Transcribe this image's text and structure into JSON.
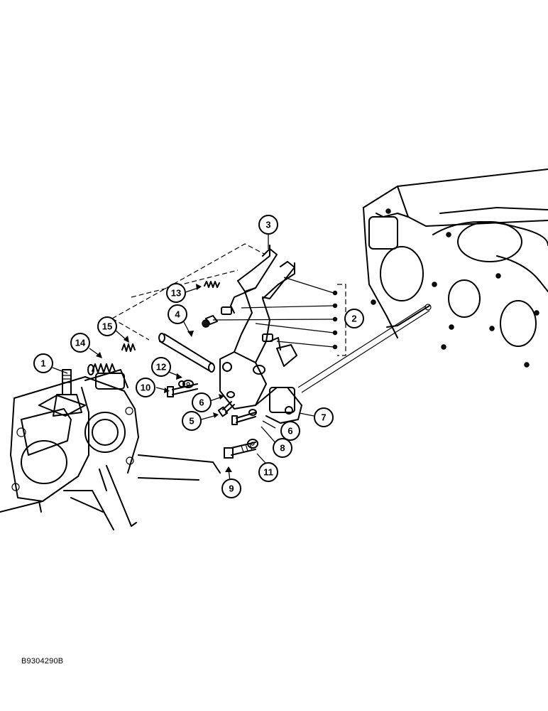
{
  "figure_code": "B9304290B",
  "callouts": {
    "c1": "1",
    "c2": "2",
    "c3": "3",
    "c4": "4",
    "c5": "5",
    "c6a": "6",
    "c6b": "6",
    "c7": "7",
    "c8": "8",
    "c9": "9",
    "c10": "10",
    "c11": "11",
    "c12": "12",
    "c13": "13",
    "c14": "14",
    "c15": "15"
  }
}
